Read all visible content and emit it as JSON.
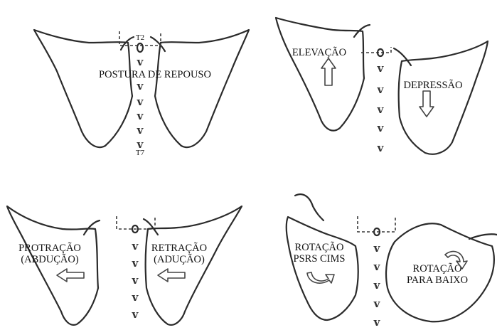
{
  "panels": {
    "rest": {
      "top_label": "T2",
      "bottom_label": "T7",
      "label": "POSTURA DE REPOUSO"
    },
    "elev": {
      "label_left": "ELEVAÇÃO",
      "label_right": "DEPRESSÃO"
    },
    "prot": {
      "left_line1": "PROTRAÇÃO",
      "left_line2": "(ABDUÇÃO)",
      "right_line1": "RETRAÇÃO",
      "right_line2": "(ADUÇÃO)"
    },
    "rot": {
      "left_line1": "ROTAÇÃO",
      "left_line2": "PSRS CIMS",
      "right_line1": "ROTAÇÃO",
      "right_line2": "PARA BAIXO"
    }
  },
  "icons": {
    "arrow_up": "arrow-up-icon",
    "arrow_down": "arrow-down-icon",
    "arrow_left": "arrow-left-icon",
    "rotate_cw": "rotate-clockwise-icon",
    "rotate_ccw": "rotate-counterclockwise-icon"
  },
  "colors": {
    "line": "#2b2b2b",
    "background": "#ffffff"
  }
}
